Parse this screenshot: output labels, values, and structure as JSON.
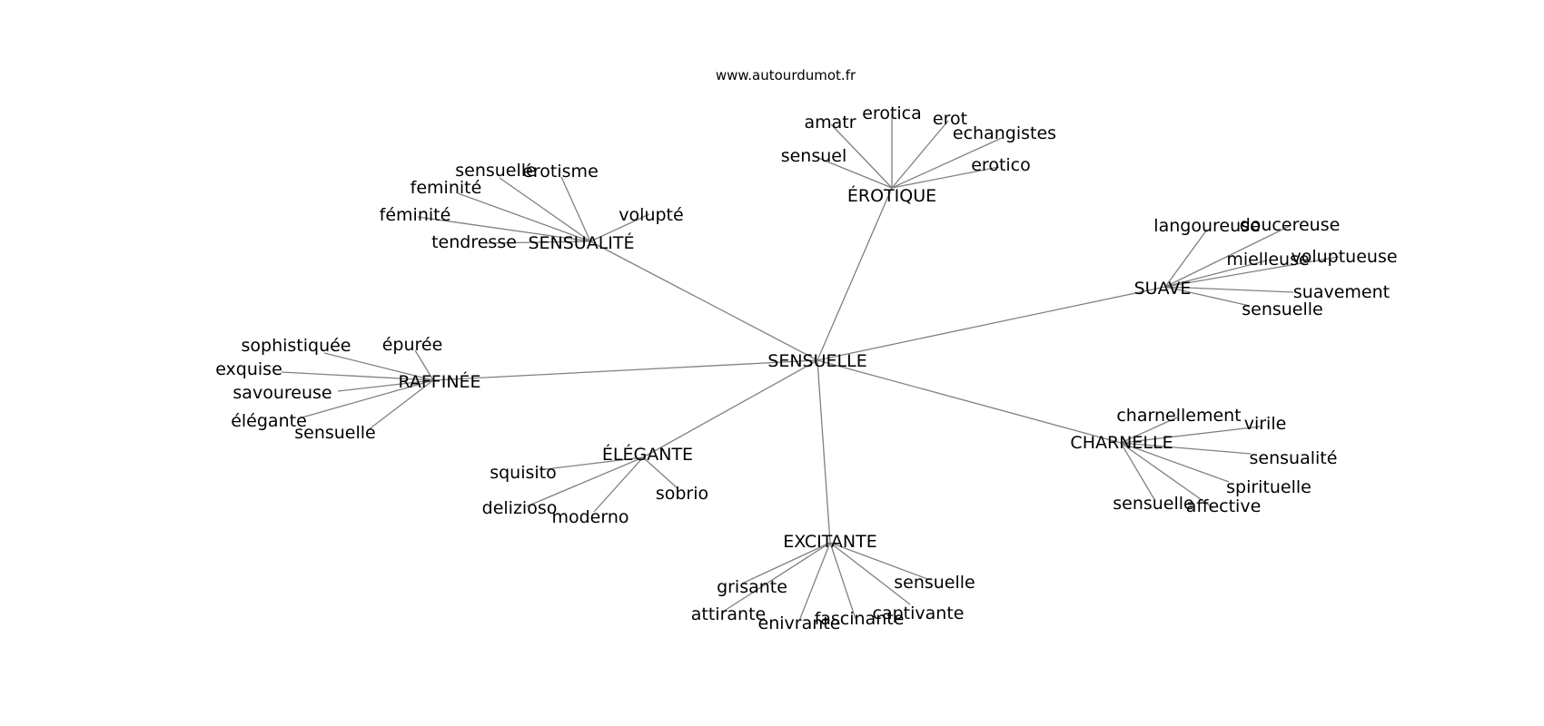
{
  "site": "www.autourdumot.fr",
  "center": "SENSUELLE",
  "groups": [
    {
      "hub": "ÉROTIQUE",
      "leaves": [
        "amatr",
        "erotica",
        "erot",
        "echangistes",
        "sensuel",
        "erotico"
      ]
    },
    {
      "hub": "SENSUALITÉ",
      "leaves": [
        "sensuelle",
        "érotisme",
        "feminité",
        "féminité",
        "volupté",
        "tendresse"
      ]
    },
    {
      "hub": "SUAVE",
      "leaves": [
        "langoureuse",
        "doucereuse",
        "mielleuse",
        "voluptueuse",
        "suavement",
        "sensuelle"
      ]
    },
    {
      "hub": "RAFFINÉE",
      "leaves": [
        "sophistiquée",
        "épurée",
        "exquise",
        "savoureuse",
        "élégante",
        "sensuelle"
      ]
    },
    {
      "hub": "CHARNELLE",
      "leaves": [
        "charnellement",
        "virile",
        "sensualité",
        "spirituelle",
        "sensuelle",
        "affective"
      ]
    },
    {
      "hub": "ÉLÉGANTE",
      "leaves": [
        "squisito",
        "sobrio",
        "delizioso",
        "moderno"
      ]
    },
    {
      "hub": "EXCITANTE",
      "leaves": [
        "grisante",
        "sensuelle",
        "attirante",
        "captivante",
        "fascinante",
        "enivrante"
      ]
    }
  ]
}
